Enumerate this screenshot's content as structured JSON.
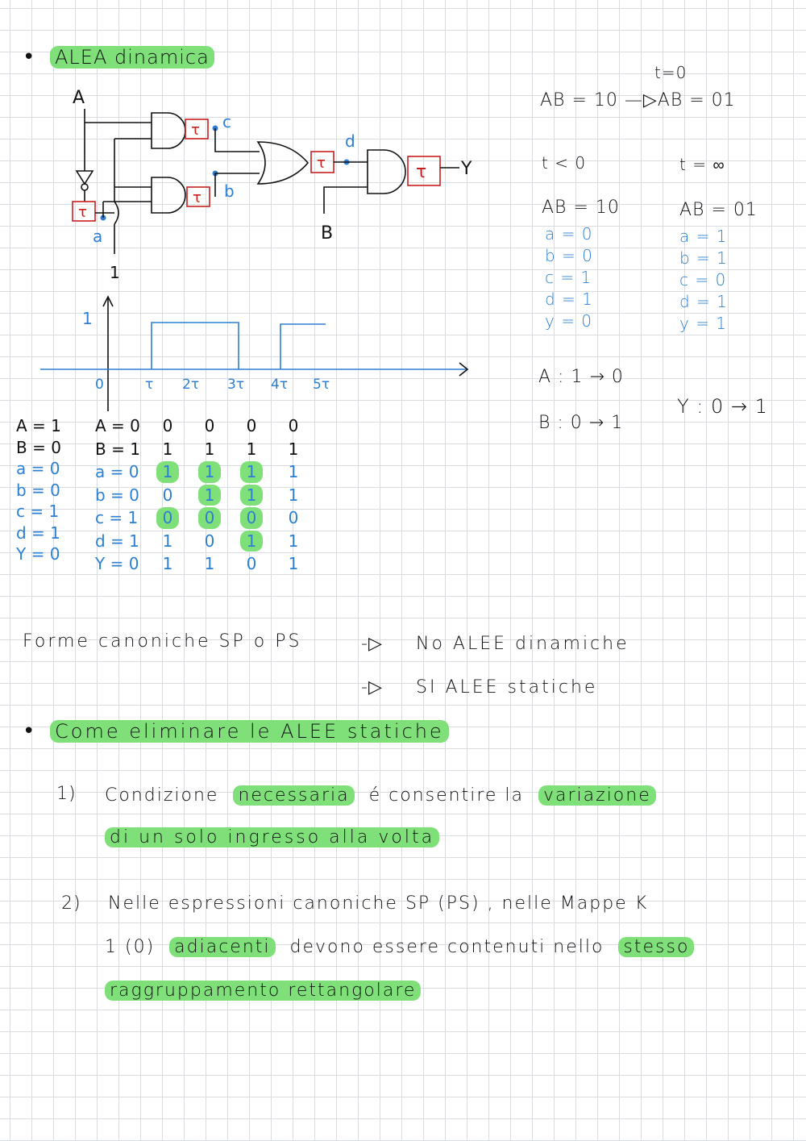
{
  "section1": {
    "bullet": "•",
    "title": "ALEA dinamica"
  },
  "circuit": {
    "input_a": "A",
    "input_b": "B",
    "input_one": "1",
    "tau": "τ",
    "node_a": "a",
    "node_b": "b",
    "node_c": "c",
    "node_d": "d",
    "output_y": "Y"
  },
  "timing": {
    "y_one": "1",
    "x_ticks": [
      "0",
      "τ",
      "2τ",
      "3τ",
      "4τ",
      "5τ"
    ]
  },
  "right_notes": {
    "t0": "t=0",
    "transition": "AB = 10 —▷AB = 01",
    "t_before": "t < 0",
    "t_inf": "t = ∞",
    "ab_before": "AB = 10",
    "ab_after": "AB = 01",
    "before_vals": [
      "a = 0",
      "b = 0",
      "c = 1",
      "d = 1",
      "y = 0"
    ],
    "after_vals": [
      "a = 1",
      "b = 1",
      "c = 0",
      "d = 1",
      "y = 1"
    ],
    "a_change": "A : 1 → 0",
    "b_change": "B : 0 → 1",
    "y_change": "Y : 0 → 1"
  },
  "left_table": {
    "rows": [
      {
        "label": "A = 1",
        "blue": false
      },
      {
        "label": "B = 0",
        "blue": false
      },
      {
        "label": "a = 0",
        "blue": true
      },
      {
        "label": "b = 0",
        "blue": true
      },
      {
        "label": "c = 1",
        "blue": true
      },
      {
        "label": "d = 1",
        "blue": true
      },
      {
        "label": "Y = 0",
        "blue": true
      }
    ]
  },
  "main_table": {
    "rows": [
      {
        "label": "A = 0",
        "blue": false,
        "vals": [
          "0",
          "0",
          "0",
          "0"
        ],
        "hl": [
          false,
          false,
          false,
          false
        ]
      },
      {
        "label": "B = 1",
        "blue": false,
        "vals": [
          "1",
          "1",
          "1",
          "1"
        ],
        "hl": [
          false,
          false,
          false,
          false
        ]
      },
      {
        "label": "a = 0",
        "blue": true,
        "vals": [
          "1",
          "1",
          "1",
          "1"
        ],
        "hl": [
          true,
          true,
          true,
          false
        ]
      },
      {
        "label": "b = 0",
        "blue": true,
        "vals": [
          "0",
          "1",
          "1",
          "1"
        ],
        "hl": [
          false,
          true,
          true,
          false
        ]
      },
      {
        "label": "c = 1",
        "blue": true,
        "vals": [
          "0",
          "0",
          "0",
          "0"
        ],
        "hl": [
          true,
          true,
          true,
          false
        ]
      },
      {
        "label": "d = 1",
        "blue": true,
        "vals": [
          "1",
          "0",
          "1",
          "1"
        ],
        "hl": [
          false,
          false,
          true,
          false
        ]
      },
      {
        "label": "Y = 0",
        "blue": true,
        "vals": [
          "1",
          "1",
          "0",
          "1"
        ],
        "hl": [
          false,
          false,
          false,
          false
        ]
      }
    ]
  },
  "forme": {
    "left": "Forme canoniche SP o PS",
    "arrow": "-▷",
    "line1": "No ALEE dinamiche",
    "line2": "SI ALEE statiche"
  },
  "section2": {
    "bullet": "•",
    "title": "Come eliminare le ALEE statiche"
  },
  "item1": {
    "num": "1)",
    "p1": "Condizione",
    "hl1": "necessaria",
    "p2": "é consentire la",
    "hl2": "variazione",
    "line2": "di un solo ingresso alla volta"
  },
  "item2": {
    "num": "2)",
    "line1": "Nelle espressioni canoniche SP (PS) , nelle Mappe K",
    "p1": "1 (0)",
    "hl1": "adiacenti",
    "p2": "devono essere contenuti nello",
    "hl2": "stesso",
    "line3": "raggruppamento rettangolare"
  }
}
